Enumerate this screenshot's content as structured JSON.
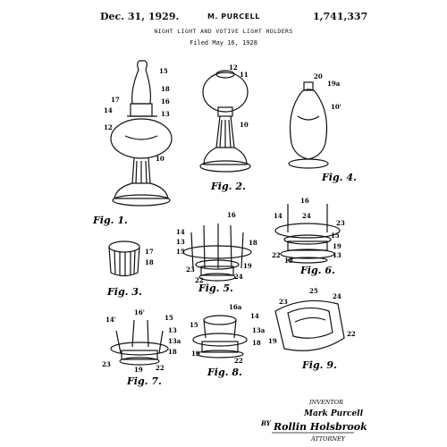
{
  "header": {
    "date": "Dec. 31, 1929.",
    "inventor_name": "M. PURCELL",
    "patent_number": "1,741,337",
    "title": "NIGHT LIGHT AND VOTIVE LIGHT HOLDERS",
    "filed": "Filed May 16, 1928"
  },
  "figures": [
    {
      "id": "fig1",
      "label": "Fig. 1."
    },
    {
      "id": "fig2",
      "label": "Fig. 2."
    },
    {
      "id": "fig3",
      "label": "Fig. 3."
    },
    {
      "id": "fig4",
      "label": "Fig. 4."
    },
    {
      "id": "fig5",
      "label": "Fig. 5."
    },
    {
      "id": "fig6",
      "label": "Fig. 6."
    },
    {
      "id": "fig7",
      "label": "Fig. 7."
    },
    {
      "id": "fig8",
      "label": "Fig. 8."
    },
    {
      "id": "fig9",
      "label": "Fig. 9."
    }
  ],
  "reference_numerals": {
    "fig1": [
      "15",
      "17",
      "14",
      "18",
      "16",
      "13",
      "12",
      "10"
    ],
    "fig2": [
      "12",
      "11",
      "10"
    ],
    "fig4": [
      "20",
      "19a",
      "10'"
    ],
    "fig5": [
      "16",
      "14",
      "13",
      "15",
      "23",
      "24",
      "18",
      "19",
      "22"
    ],
    "fig6": [
      "16",
      "14",
      "24",
      "23",
      "15",
      "19",
      "13",
      "22",
      "18"
    ],
    "fig3": [
      "17",
      "18"
    ],
    "fig7": [
      "14'",
      "16'",
      "15",
      "13",
      "13a",
      "18",
      "23",
      "19",
      "22"
    ],
    "fig8": [
      "16a",
      "14",
      "15",
      "13a",
      "18",
      "19",
      "22"
    ],
    "fig9": [
      "23",
      "25",
      "24",
      "19",
      "22"
    ]
  },
  "signature": {
    "inventor_caption": "INVENTOR",
    "inventor_name": "Mark Purcell",
    "by": "BY",
    "attorney_caption": "ATTORNEY",
    "attorney_signature": "Rollin Holsbrook"
  }
}
